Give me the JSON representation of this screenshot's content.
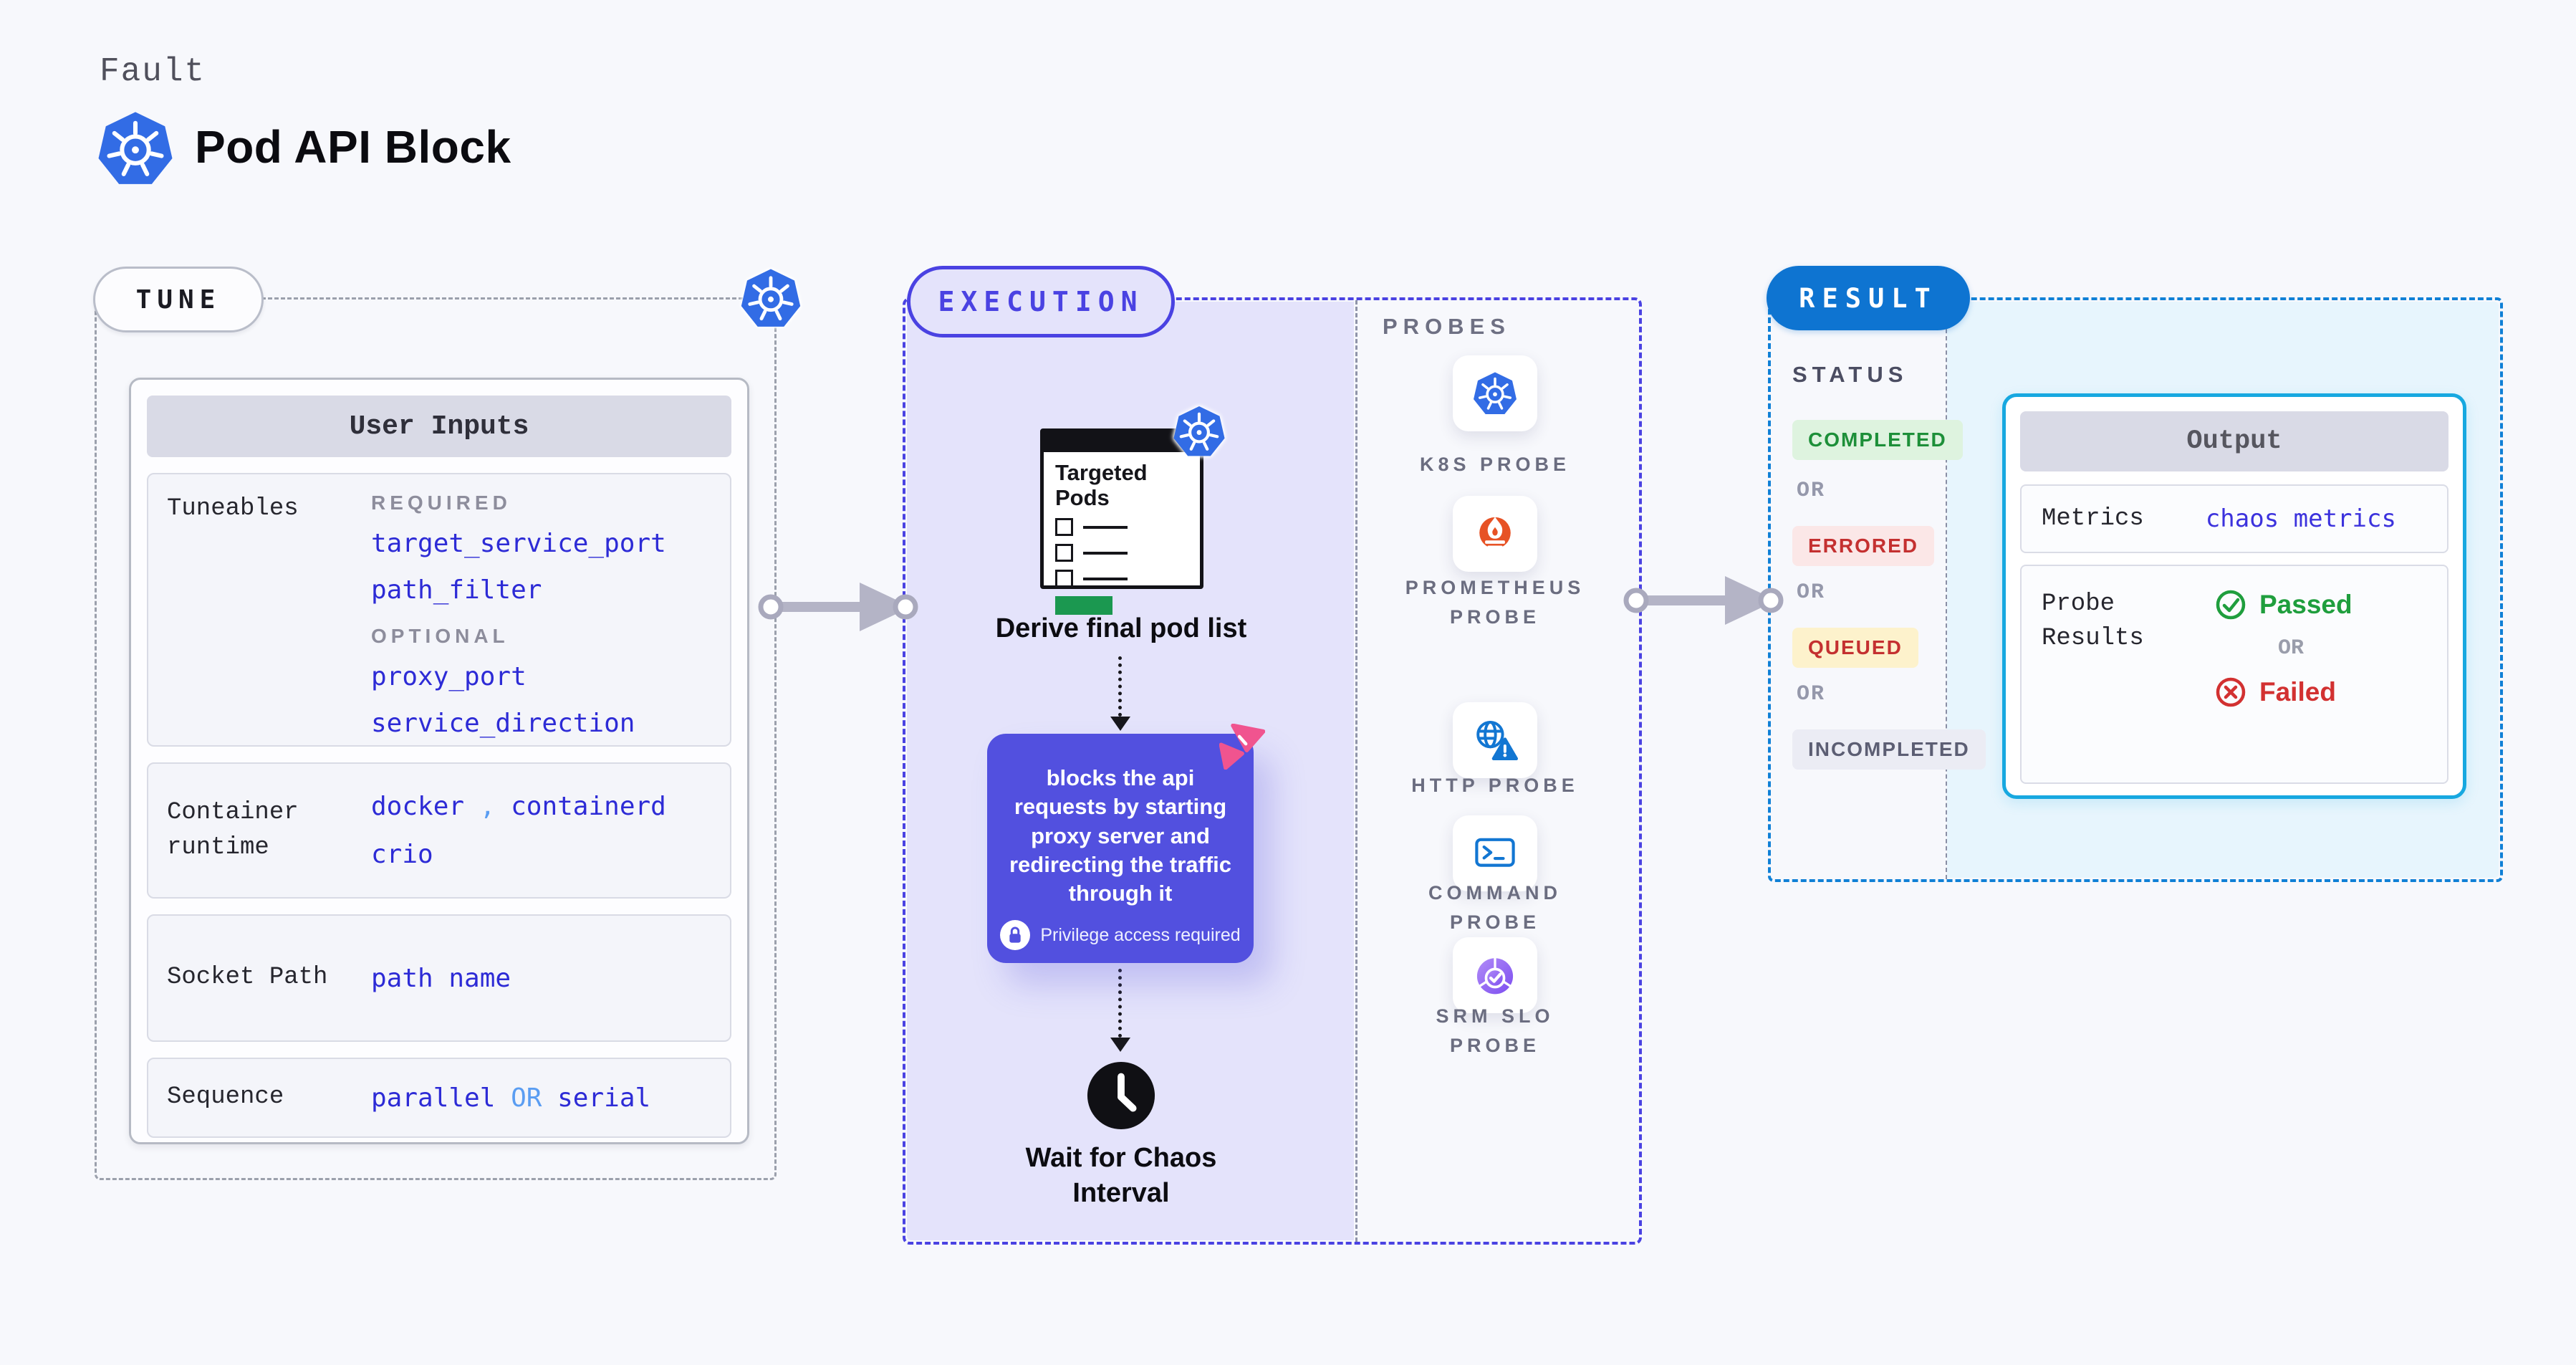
{
  "page": {
    "kicker": "Fault",
    "title": "Pod API Block"
  },
  "tune": {
    "badge": "TUNE",
    "card_title": "User Inputs",
    "tuneables": {
      "label": "Tuneables",
      "required_label": "REQUIRED",
      "required": [
        "target_service_port",
        "path_filter"
      ],
      "optional_label": "OPTIONAL",
      "optional": [
        "proxy_port",
        "service_direction"
      ]
    },
    "runtime": {
      "label": "Container runtime",
      "v1": "docker",
      "sep": ",",
      "v2": "containerd",
      "v3": "crio"
    },
    "socket": {
      "label": "Socket Path",
      "value": "path name"
    },
    "sequence": {
      "label": "Sequence",
      "v1": "parallel",
      "or": "OR",
      "v2": "serial"
    }
  },
  "execution": {
    "badge": "EXECUTION",
    "pods_title": "Targeted Pods",
    "derive_label": "Derive final pod list",
    "action_text": "blocks the api requests by starting proxy server and redirecting the traffic through it",
    "privilege_label": "Privilege access required",
    "wait_label": "Wait for Chaos Interval"
  },
  "probes": {
    "title": "PROBES",
    "items": [
      {
        "label": "K8S PROBE",
        "icon": "kubernetes-icon"
      },
      {
        "label": "PROMETHEUS PROBE",
        "icon": "prometheus-icon"
      },
      {
        "label": "HTTP PROBE",
        "icon": "globe-warning-icon"
      },
      {
        "label": "COMMAND PROBE",
        "icon": "terminal-icon"
      },
      {
        "label": "SRM SLO PROBE",
        "icon": "pie-check-icon"
      }
    ]
  },
  "result": {
    "badge": "RESULT",
    "status_title": "STATUS",
    "or_label": "OR",
    "statuses": [
      {
        "label": "COMPLETED"
      },
      {
        "label": "ERRORED"
      },
      {
        "label": "QUEUED"
      },
      {
        "label": "INCOMPLETED"
      }
    ],
    "output": {
      "title": "Output",
      "metrics_label": "Metrics",
      "metrics_value": "chaos metrics",
      "probe_results_label": "Probe Results",
      "passed": "Passed",
      "or": "OR",
      "failed": "Failed"
    }
  },
  "colors": {
    "accent_indigo": "#4a42e2",
    "execution_bg": "#e4e3fb",
    "value_blue": "#2d2bd6",
    "connector_blue": "#5a9df2",
    "result_blue": "#0e74d1",
    "output_border_cyan": "#17a8e0",
    "result_bg_cyan": "#e7f5fd",
    "passed_green": "#1f9e3d",
    "failed_red": "#d23131",
    "queued_bg": "#fdf2cc",
    "action_purple": "#5250df",
    "chaos_pink": "#f0548f",
    "kubernetes_blue": "#326ce5",
    "prometheus_orange": "#e75225",
    "arrow_gray": "#b4b4c6"
  }
}
